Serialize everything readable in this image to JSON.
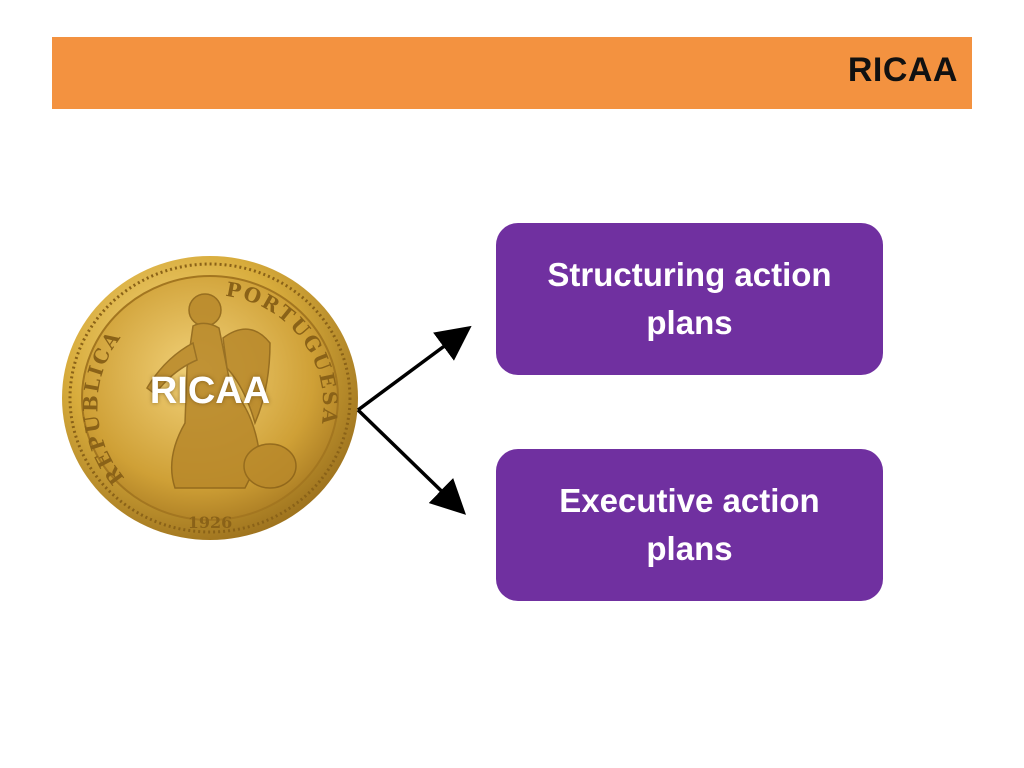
{
  "header": {
    "title": "RICAA"
  },
  "coin": {
    "label": "RICAA",
    "inscription_left": "REPUBLICA",
    "inscription_right": "PORTUGUESA",
    "year": "1926",
    "colors": {
      "gold": "#d8ac3c",
      "gold_light": "#f2d27a",
      "gold_dark": "#9a6f1c"
    }
  },
  "boxes": [
    {
      "label": "Structuring action plans"
    },
    {
      "label": "Executive action plans"
    }
  ],
  "colors": {
    "header": "#f39240",
    "box": "#7030a0",
    "arrow": "#000000"
  }
}
